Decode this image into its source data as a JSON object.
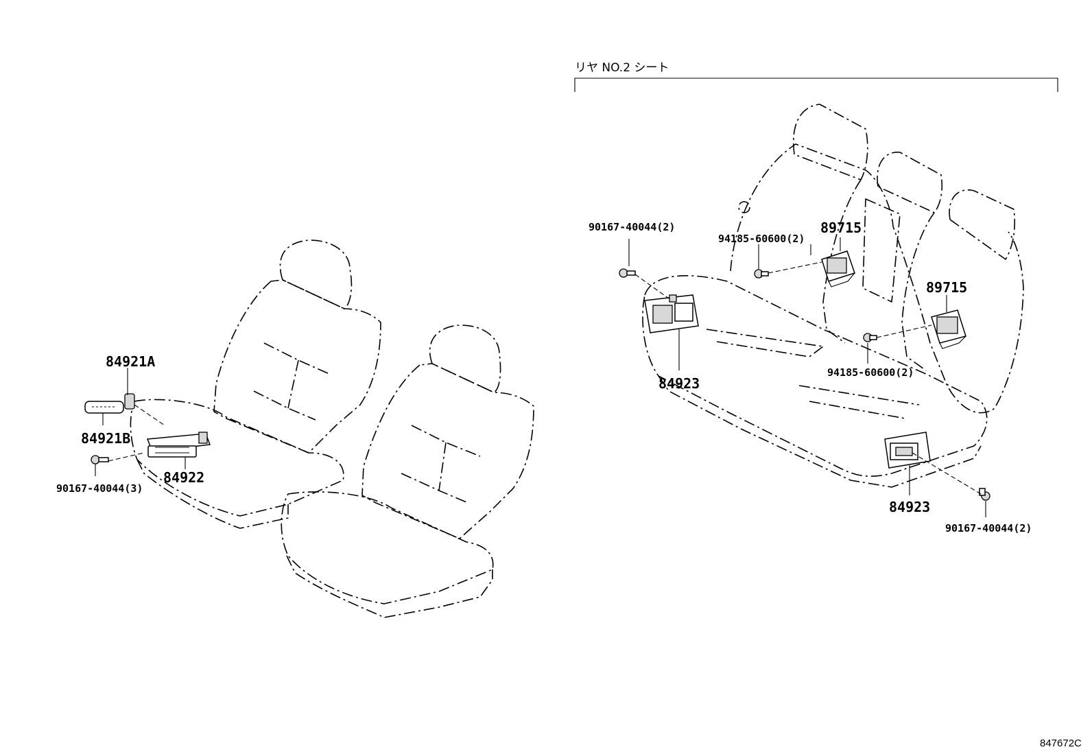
{
  "group_header": "リヤ NO.2 シート",
  "figure_code": "847672C",
  "callouts": {
    "p84921a": "84921A",
    "p84921b": "84921B",
    "p84922": "84922",
    "bolt_front": "90167-40044(3)",
    "bolt_rear_left": "90167-40044(2)",
    "clip_upper": "94185-60600(2)",
    "ecu_upper": "89715",
    "ecu_lower": "89715",
    "clip_lower": "94185-60600(2)",
    "sw_left": "84923",
    "sw_right": "84923",
    "bolt_rear_right": "90167-40044(2)"
  }
}
